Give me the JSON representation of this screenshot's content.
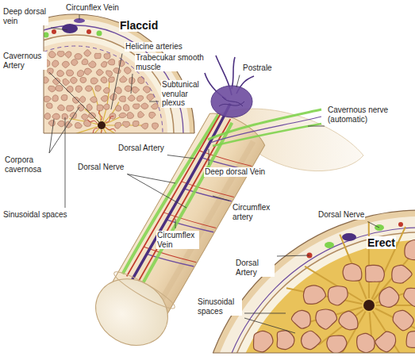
{
  "diagram": {
    "labels": [
      "Deep dorsal vein",
      "Circunflex Vein",
      "Flaccid",
      "Helicine arteries",
      "Trabecukar smooth muscle",
      "Subtunical venular plexus",
      "Cavernous Artery",
      "Postrale",
      "Cavernous nerve (automatic)",
      "Corpora cavernosa",
      "Dorsal Artery",
      "Dorsal Nerve",
      "Deep dorsal Vein",
      "Sinusoidal spaces",
      "Circumflex artery",
      "Circumflex Vein",
      "Dorsal Nerve",
      "Erect",
      "Dorsal Artery",
      "Sinusoidal spaces"
    ]
  }
}
